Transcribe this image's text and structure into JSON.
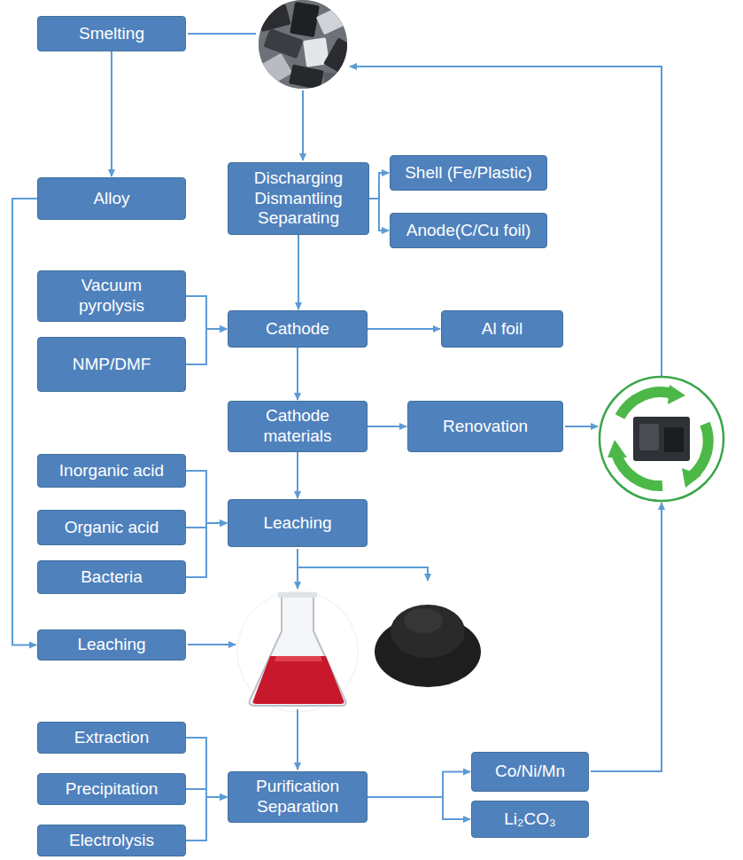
{
  "diagram": {
    "nodes": [
      {
        "text": [
          "Smelting"
        ]
      },
      {
        "text": [
          "Alloy"
        ]
      },
      {
        "text": [
          "Discharging Dismantling Separating"
        ]
      },
      {
        "text": [
          "Shell (Fe/Plastic)"
        ]
      },
      {
        "text": [
          "Anode(C/Cu foil)"
        ]
      },
      {
        "text": [
          "Vacuum pyrolysis"
        ]
      },
      {
        "text": [
          "NMP/DMF"
        ]
      },
      {
        "text": [
          "Cathode"
        ]
      },
      {
        "text": [
          "Al foil"
        ]
      },
      {
        "text": [
          "Cathode materials"
        ]
      },
      {
        "text": [
          "Renovation"
        ]
      },
      {
        "text": [
          "Inorganic acid"
        ]
      },
      {
        "text": [
          "Organic acid"
        ]
      },
      {
        "text": [
          "Bacteria"
        ]
      },
      {
        "text": [
          "Leaching"
        ]
      },
      {
        "text": [
          "Leaching"
        ]
      },
      {
        "text": [
          "Extraction"
        ]
      },
      {
        "text": [
          "Precipitation"
        ]
      },
      {
        "text": [
          "Electrolysis"
        ]
      },
      {
        "text": [
          "Purification Separation"
        ]
      },
      {
        "text": [
          "Co/Ni/Mn"
        ]
      },
      {
        "text": [
          "Li₂CO₃"
        ]
      }
    ],
    "edges": [
      {
        "from": 0,
        "to": 1,
        "arrow": "to"
      },
      {
        "from": 1,
        "to": 15,
        "arrow": "to"
      },
      {
        "from": 2,
        "to": 3,
        "arrow": "to"
      },
      {
        "from": 2,
        "to": 4,
        "arrow": "to"
      },
      {
        "from": 2,
        "to": 7,
        "arrow": "to"
      },
      {
        "from": 5,
        "to": 7,
        "arrow": "to"
      },
      {
        "from": 6,
        "to": 7,
        "arrow": "to"
      },
      {
        "from": 7,
        "to": 8,
        "arrow": "to"
      },
      {
        "from": 7,
        "to": 9,
        "arrow": "to"
      },
      {
        "from": 9,
        "to": 10,
        "arrow": "to"
      },
      {
        "from": 9,
        "to": 14,
        "arrow": "to"
      },
      {
        "from": 11,
        "to": 14,
        "arrow": "to"
      },
      {
        "from": 12,
        "to": 14,
        "arrow": "to"
      },
      {
        "from": 13,
        "to": 14,
        "arrow": "to"
      },
      {
        "from": 16,
        "to": 19,
        "arrow": "to"
      },
      {
        "from": 17,
        "to": 19,
        "arrow": "to"
      },
      {
        "from": 18,
        "to": 19,
        "arrow": "to"
      },
      {
        "from": 19,
        "to": 20,
        "arrow": "to"
      },
      {
        "from": 19,
        "to": 21,
        "arrow": "to"
      }
    ]
  }
}
